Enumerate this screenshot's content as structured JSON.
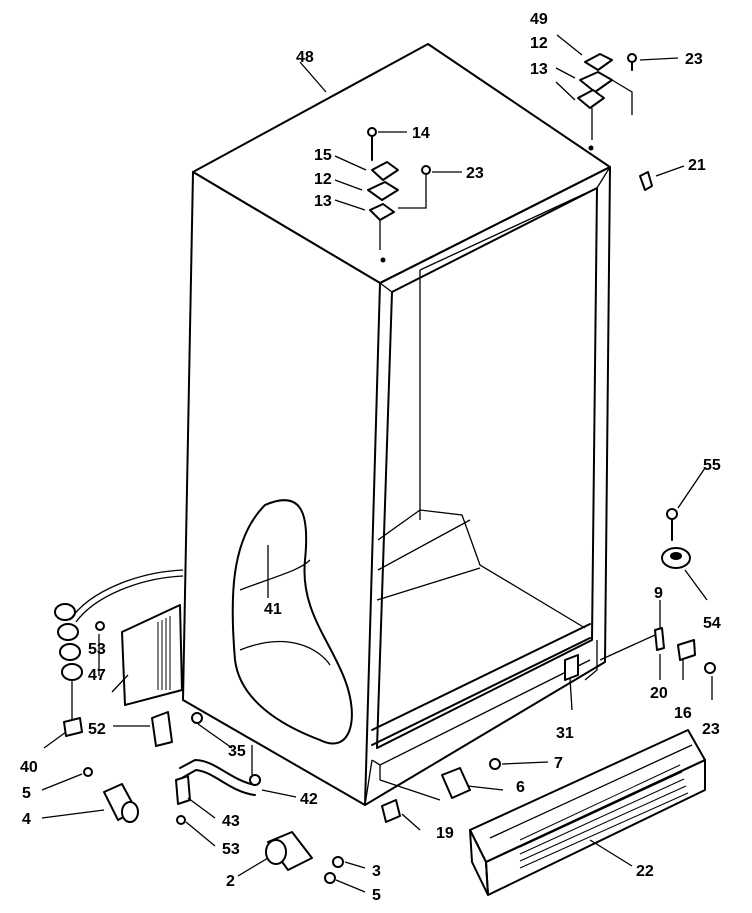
{
  "callouts": [
    {
      "id": "48",
      "text": "48"
    },
    {
      "id": "49",
      "text": "49"
    },
    {
      "id": "12a",
      "text": "12"
    },
    {
      "id": "13a",
      "text": "13"
    },
    {
      "id": "23a",
      "text": "23"
    },
    {
      "id": "14",
      "text": "14"
    },
    {
      "id": "15",
      "text": "15"
    },
    {
      "id": "12b",
      "text": "12"
    },
    {
      "id": "23b",
      "text": "23"
    },
    {
      "id": "13b",
      "text": "13"
    },
    {
      "id": "21",
      "text": "21"
    },
    {
      "id": "55",
      "text": "55"
    },
    {
      "id": "54",
      "text": "54"
    },
    {
      "id": "9",
      "text": "9"
    },
    {
      "id": "41",
      "text": "41"
    },
    {
      "id": "53a",
      "text": "53"
    },
    {
      "id": "47",
      "text": "47"
    },
    {
      "id": "20",
      "text": "20"
    },
    {
      "id": "16",
      "text": "16"
    },
    {
      "id": "23c",
      "text": "23"
    },
    {
      "id": "52",
      "text": "52"
    },
    {
      "id": "40",
      "text": "40"
    },
    {
      "id": "35",
      "text": "35"
    },
    {
      "id": "31",
      "text": "31"
    },
    {
      "id": "7",
      "text": "7"
    },
    {
      "id": "5a",
      "text": "5"
    },
    {
      "id": "42",
      "text": "42"
    },
    {
      "id": "6",
      "text": "6"
    },
    {
      "id": "4",
      "text": "4"
    },
    {
      "id": "43",
      "text": "43"
    },
    {
      "id": "19",
      "text": "19"
    },
    {
      "id": "53b",
      "text": "53"
    },
    {
      "id": "22",
      "text": "22"
    },
    {
      "id": "3",
      "text": "3"
    },
    {
      "id": "2",
      "text": "2"
    },
    {
      "id": "5b",
      "text": "5"
    }
  ]
}
